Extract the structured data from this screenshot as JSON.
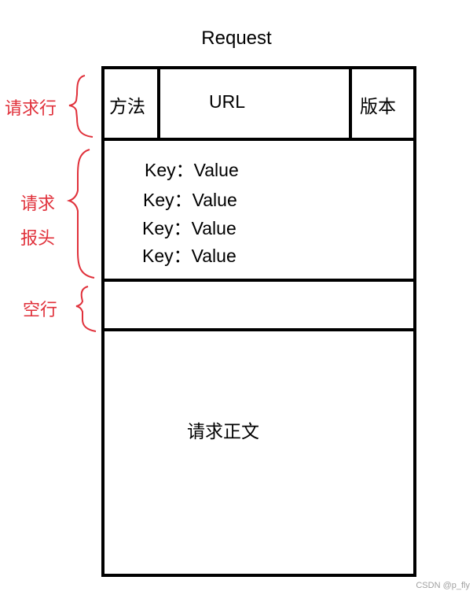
{
  "title": "Request",
  "request_line": {
    "label": "请求行",
    "method": "方法",
    "url": "URL",
    "version": "版本"
  },
  "headers": {
    "label_line1": "请求",
    "label_line2": "报头",
    "lines": [
      "Key：Value",
      "Key：Value",
      "Key：Value",
      "Key：Value"
    ]
  },
  "blank_line": {
    "label": "空行"
  },
  "body": {
    "text": "请求正文"
  },
  "watermark": "CSDN @p_fly",
  "colors": {
    "frame": "#000000",
    "annotation": "#e0303a"
  }
}
